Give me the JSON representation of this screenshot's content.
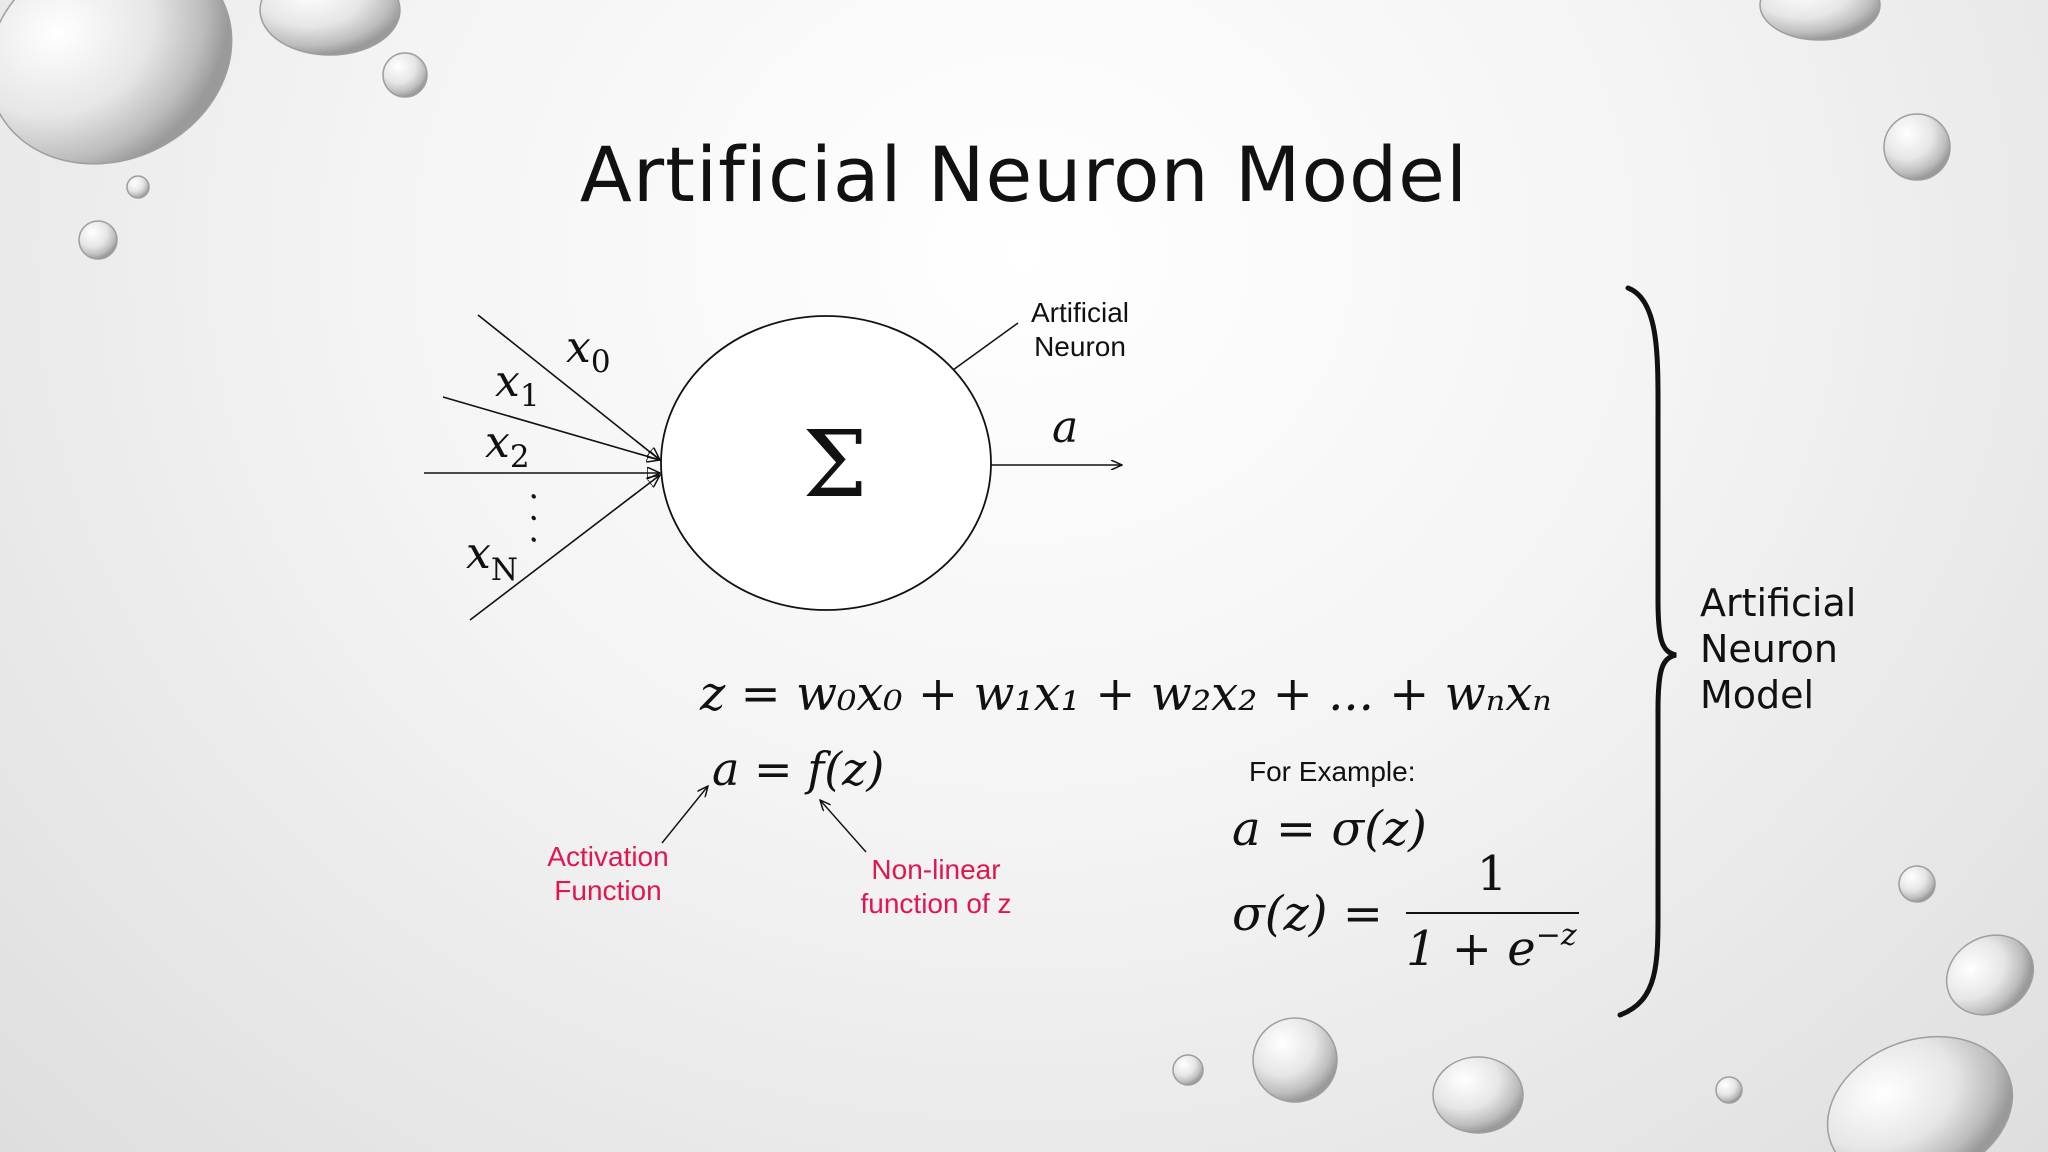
{
  "slide": {
    "title": "Artificial Neuron Model"
  },
  "diagram": {
    "inputs": [
      "x",
      "x",
      "x",
      "x"
    ],
    "input_subscripts": [
      "0",
      "1",
      "2",
      "N"
    ],
    "ellipsis": "· · ·",
    "neuron_symbol": "Σ",
    "neuron_label": [
      "Artificial",
      "Neuron"
    ],
    "output_label": "a"
  },
  "equations": {
    "z_equation": "z = w₀x₀ + w₁x₁ + w₂x₂ + ... + wₙxₙ",
    "a_equation": "a = f(z)",
    "activation_note": [
      "Activation",
      "Function"
    ],
    "nonlinear_note": [
      "Non-linear",
      "function of z"
    ],
    "example_label": "For Example:",
    "example_a": "a = σ(z)",
    "sigma_lhs": "σ(z) =",
    "sigma_numerator": "1",
    "sigma_denominator": "1 + e",
    "sigma_exponent": "−z"
  },
  "bracket_label": [
    "Artificial",
    "Neuron",
    "Model"
  ],
  "colors": {
    "accent_red": "#e0174e",
    "ink": "#111111"
  }
}
